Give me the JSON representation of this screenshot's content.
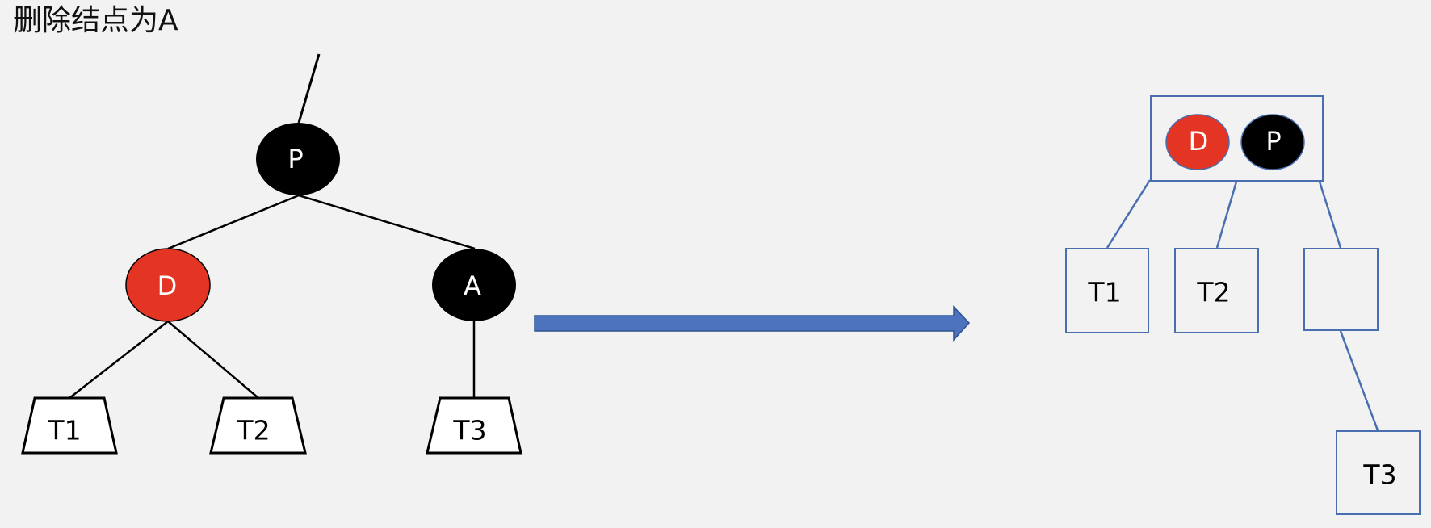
{
  "title": "删除结点为A",
  "colors": {
    "background": "#f2f2f2",
    "black_node": "#000000",
    "red_node": "#e33424",
    "blue_outline": "#4a6fb1",
    "arrow_fill": "#4e73be",
    "arrow_stroke": "#2f528f",
    "tree_line": "#000000"
  },
  "before_tree": {
    "nodes": [
      {
        "id": "P",
        "label": "P",
        "color": "black"
      },
      {
        "id": "D",
        "label": "D",
        "color": "red"
      },
      {
        "id": "A",
        "label": "A",
        "color": "black"
      }
    ],
    "subtrees": [
      {
        "id": "T1",
        "label": "T1"
      },
      {
        "id": "T2",
        "label": "T2"
      },
      {
        "id": "T3",
        "label": "T3"
      }
    ]
  },
  "transition_arrow": {
    "direction": "right"
  },
  "after_tree": {
    "merged_node": [
      {
        "label": "D",
        "color": "red"
      },
      {
        "label": "P",
        "color": "black"
      }
    ],
    "children": [
      {
        "label": "T1"
      },
      {
        "label": "T2"
      },
      {
        "label": ""
      }
    ],
    "grandchild": {
      "label": "T3"
    }
  }
}
